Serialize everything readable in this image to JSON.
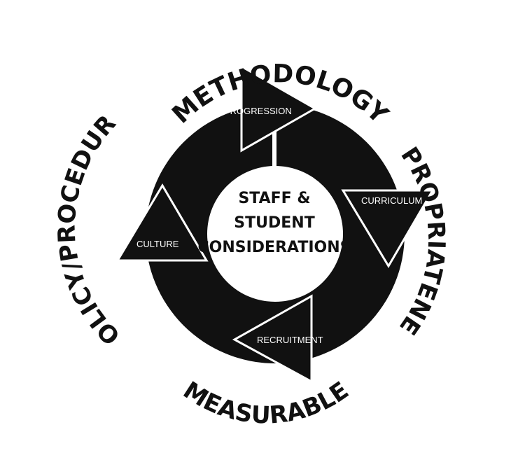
{
  "center": {
    "line1": "STAFF &",
    "line2": "STUDENT",
    "line3": "CONSIDERATIONS"
  },
  "cycle": {
    "progression": "PROGRESSION",
    "curriculum": "CURRICULUM",
    "recruitment": "RECRUITMENT",
    "culture": "CULTURE"
  },
  "outer": {
    "top": "METHODOLOGY",
    "right": "APPROPRIATENESS",
    "bottom": "MEASURABLE",
    "left": "POLICY/PROCEDURES"
  },
  "colors": {
    "ring": "#111111",
    "background": "#ffffff",
    "arrow_text": "#ffffff",
    "label_text": "#111111"
  }
}
